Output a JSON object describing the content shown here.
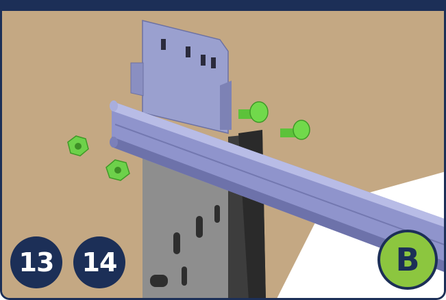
{
  "steps": [
    {
      "number": "13"
    },
    {
      "number": "14"
    }
  ],
  "variant_badge": {
    "label": "B"
  },
  "colors": {
    "frame": "#1c2f57",
    "wall": "#c4a883",
    "rail": "#8a8fca",
    "hardware": "#6dd14a",
    "upright": "#8c8c8c",
    "badge_variant": "#8cc63f"
  }
}
